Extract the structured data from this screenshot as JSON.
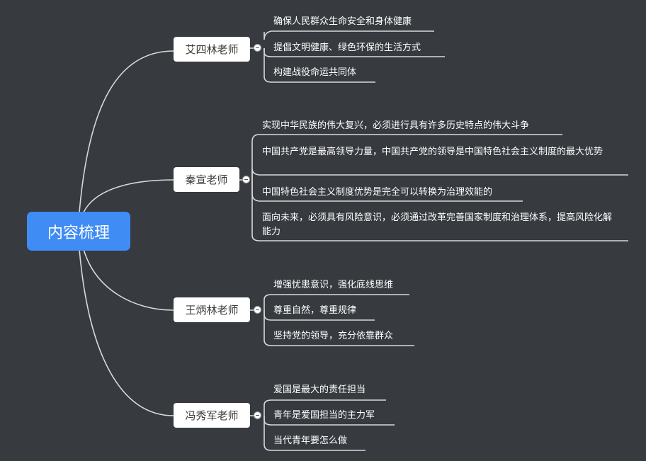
{
  "root": {
    "label": "内容梳理"
  },
  "branches": [
    {
      "label": "艾四林老师",
      "items": [
        "确保人民群众生命安全和身体健康",
        "提倡文明健康、绿色环保的生活方式",
        "构建战役命运共同体"
      ]
    },
    {
      "label": "秦宣老师",
      "items": [
        "实现中华民族的伟大复兴，必须进行具有许多历史特点的伟大斗争",
        "中国共产党是最高领导力量，中国共产党的领导是中国特色社会主义制度的最大优势",
        "中国特色社会主义制度优势是完全可以转换为治理效能的",
        "面向未来，必须具有风险意识，必须通过改革完善国家制度和治理体系，提高风险化解能力"
      ]
    },
    {
      "label": "王炳林老师",
      "items": [
        "增强忧患意识，强化底线思维",
        "尊重自然，尊重规律",
        "坚持党的领导，充分依靠群众"
      ]
    },
    {
      "label": "冯秀军老师",
      "items": [
        "爱国是最大的责任担当",
        "青年是爱国担当的主力军",
        "当代青年要怎么做"
      ]
    }
  ],
  "colors": {
    "background": "#373a3f",
    "root": "#3f8cf4",
    "line": "#d9d9d9"
  }
}
